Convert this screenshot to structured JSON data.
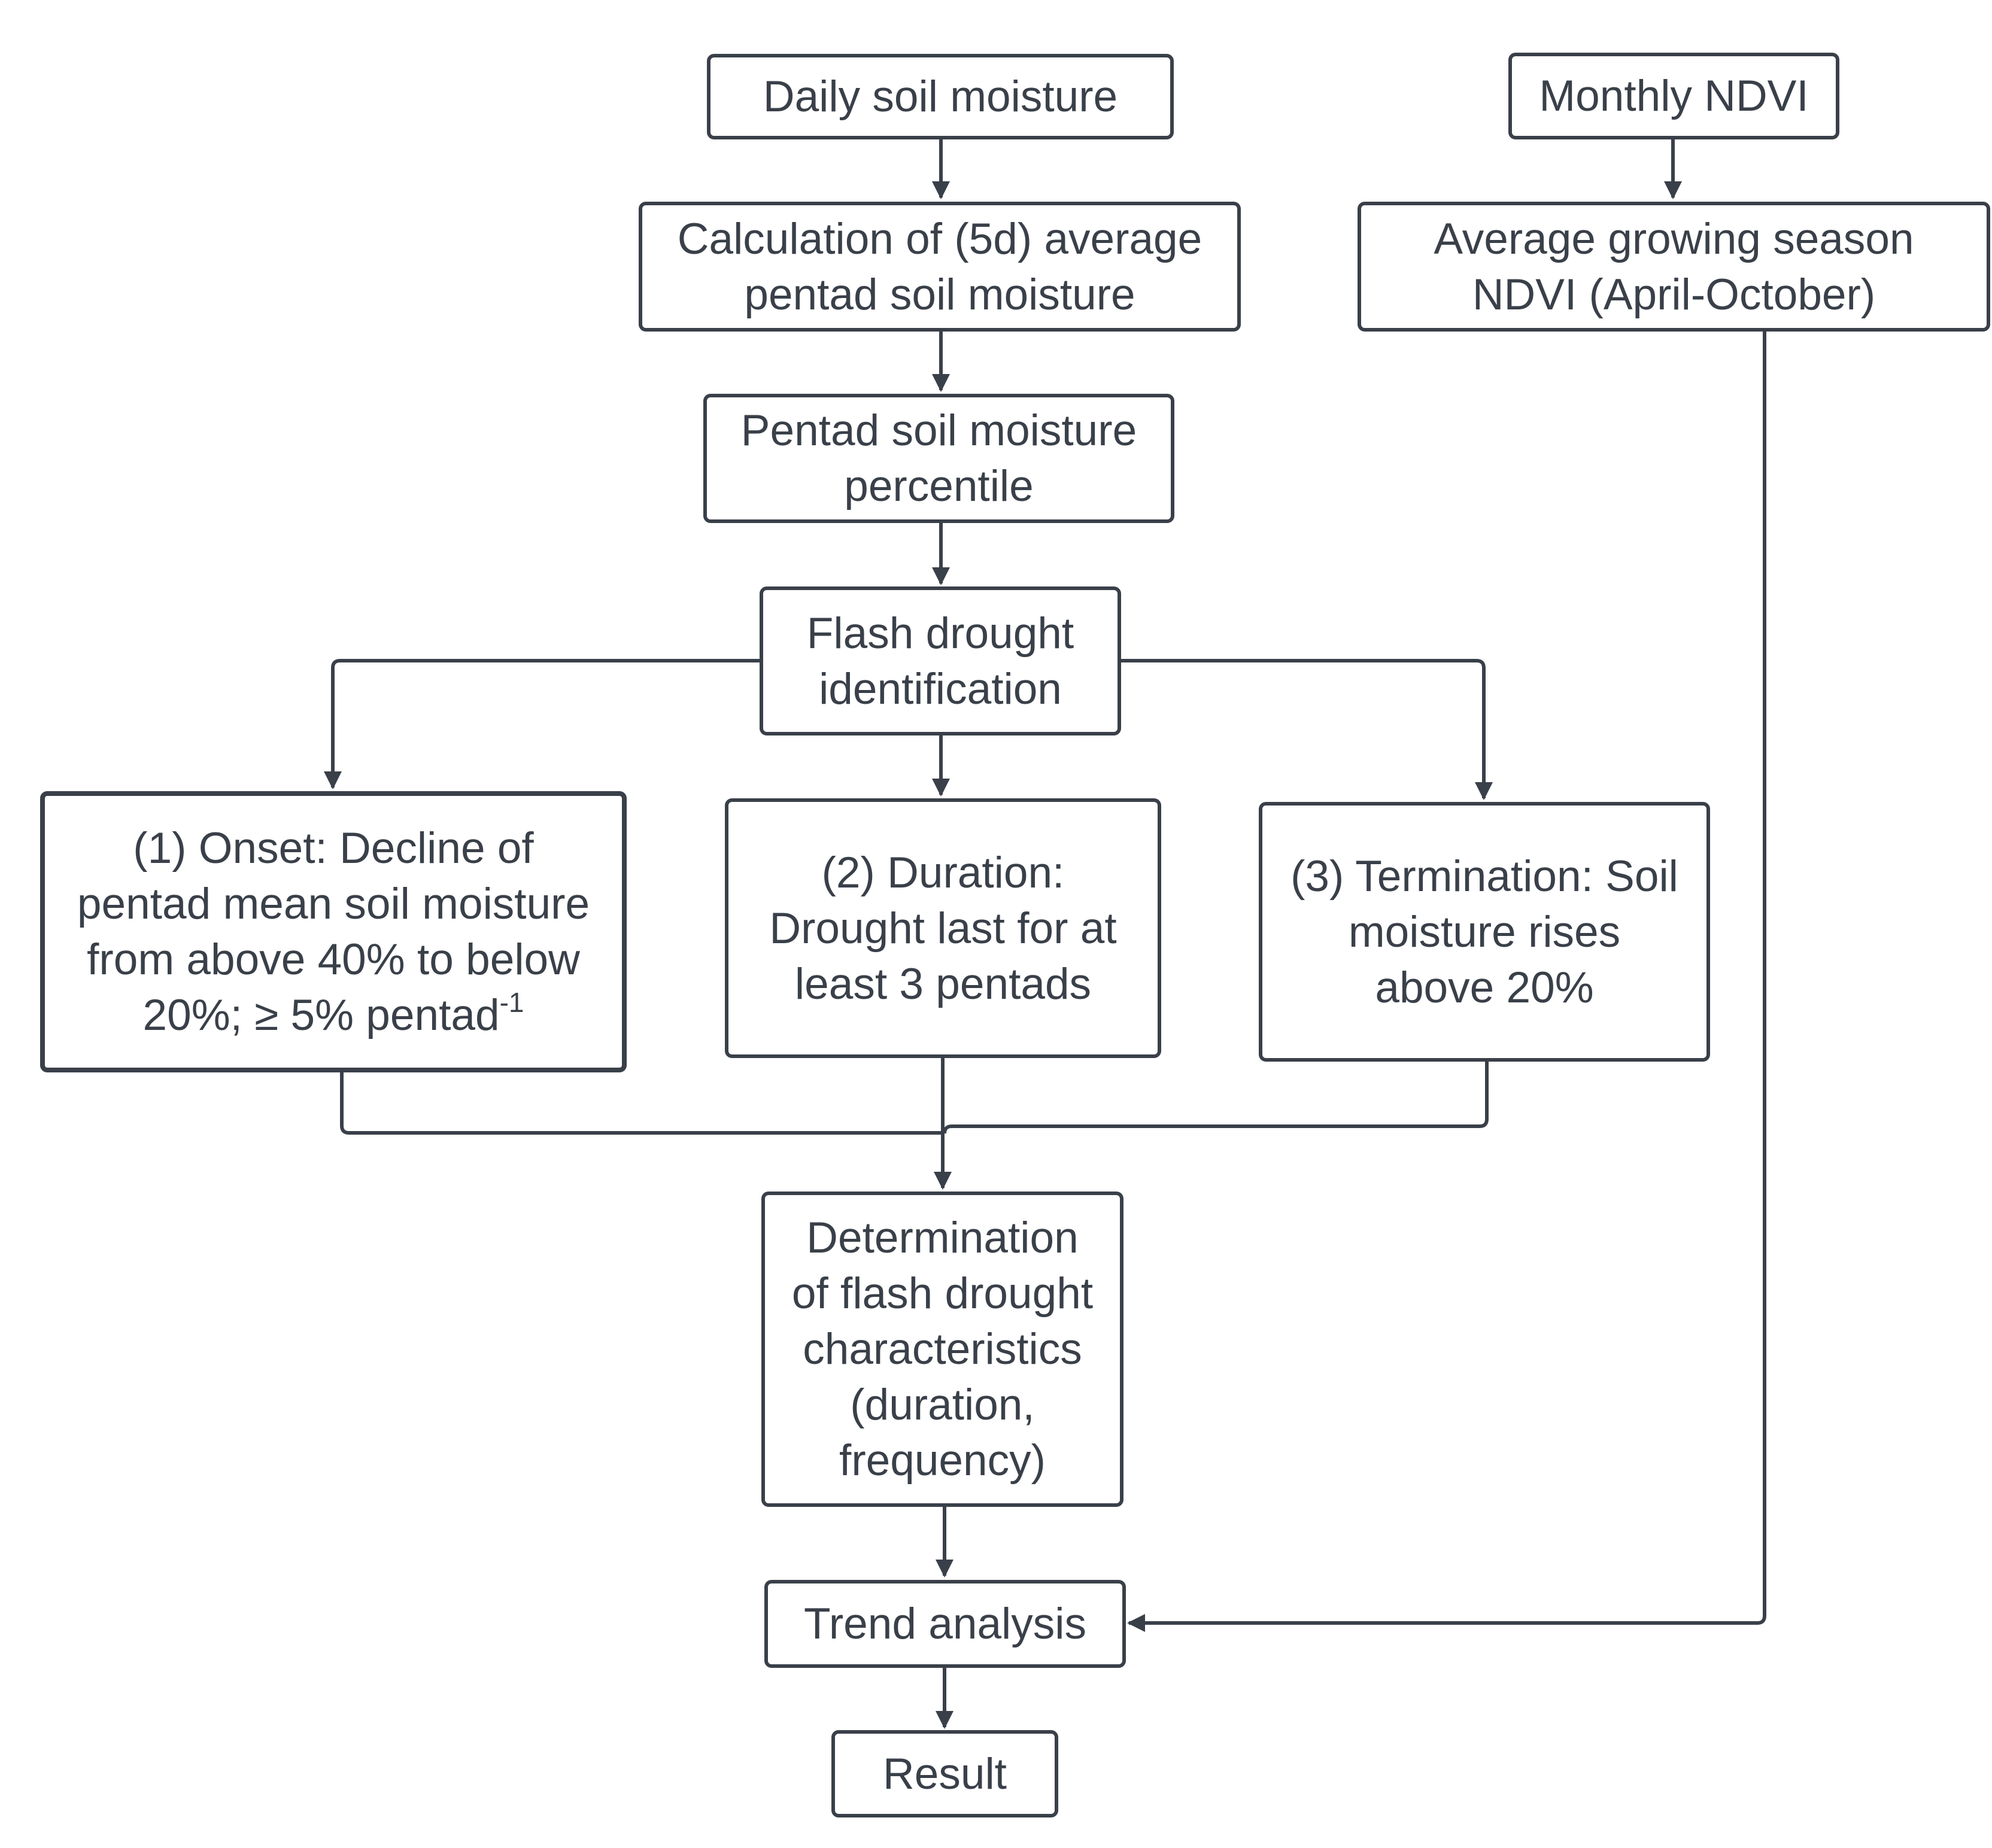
{
  "colors": {
    "stroke": "#3a4049",
    "text": "#3a4049",
    "background": "#ffffff"
  },
  "nodes": {
    "daily_soil_moisture": "Daily soil moisture",
    "monthly_ndvi": "Monthly NDVI",
    "calc_pentad_line1": "Calculation of (5d) average",
    "calc_pentad_line2": "pentad soil moisture",
    "avg_ndvi_line1": "Average growing season",
    "avg_ndvi_line2": "NDVI (April-October)",
    "percentile_line1": "Pentad soil moisture",
    "percentile_line2": "percentile",
    "flash_id_line1": "Flash drought",
    "flash_id_line2": "identification",
    "onset_line1": "(1) Onset:  Decline of",
    "onset_line2": "pentad mean soil moisture",
    "onset_line3": "from above 40% to below",
    "onset_line4": "20%; ≥ 5% pentad",
    "onset_sup": "-1",
    "duration_line1": "(2) Duration:",
    "duration_line2": "Drought last for at",
    "duration_line3": "least 3 pentads",
    "termination_line1": "(3) Termination: Soil",
    "termination_line2": "moisture rises",
    "termination_line3": "above 20%",
    "determination_line1": "Determination",
    "determination_line2": "of flash drought",
    "determination_line3": "characteristics",
    "determination_line4": "(duration,",
    "determination_line5": "frequency)",
    "trend_analysis": "Trend analysis",
    "result": "Result"
  }
}
